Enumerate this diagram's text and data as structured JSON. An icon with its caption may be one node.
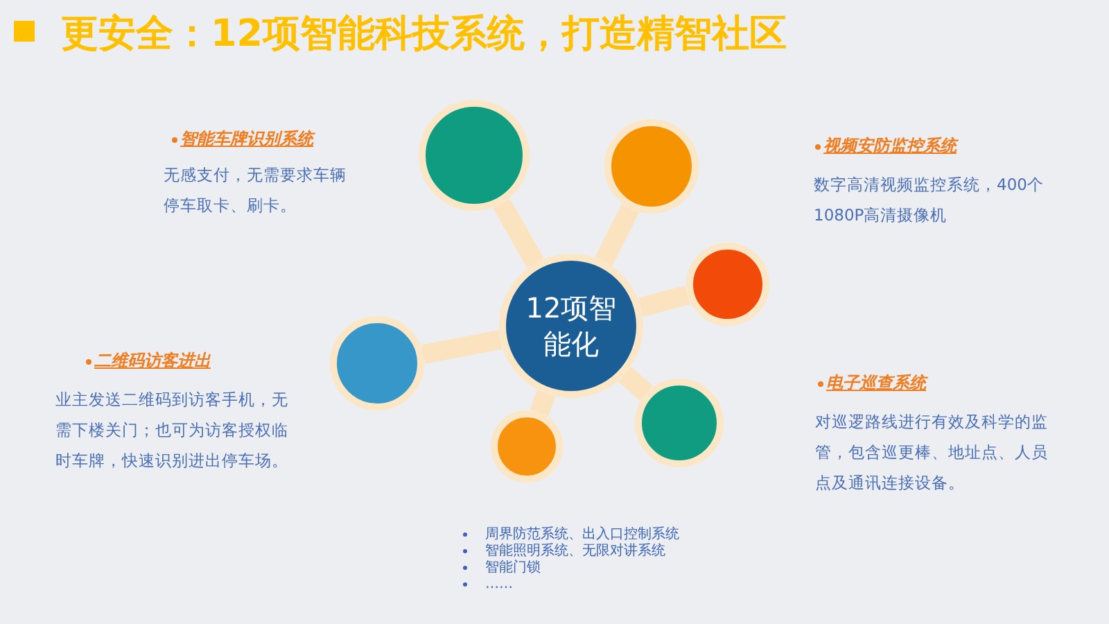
{
  "diagram": {
    "title": "更安全：12项智能科技系统，打造精智社区",
    "nodes": [
      {
        "text": [
          "12项智能化"
        ]
      },
      {
        "text": [],
        "shape": "circle"
      },
      {
        "text": [],
        "shape": "circle"
      },
      {
        "text": [],
        "shape": "circle"
      },
      {
        "text": [],
        "shape": "circle"
      },
      {
        "text": [],
        "shape": "circle"
      },
      {
        "text": [],
        "shape": "circle"
      }
    ],
    "edges": [
      {
        "from": 0,
        "to": 1,
        "arrow": "none"
      },
      {
        "from": 0,
        "to": 2,
        "arrow": "none"
      },
      {
        "from": 0,
        "to": 3,
        "arrow": "none"
      },
      {
        "from": 0,
        "to": 4,
        "arrow": "none"
      },
      {
        "from": 0,
        "to": 5,
        "arrow": "none"
      },
      {
        "from": 0,
        "to": 6,
        "arrow": "none"
      }
    ],
    "labels": [
      "智能车牌识别系统",
      "无感支付，无需要求车辆停车取卡、刷卡。",
      "视频安防监控系统",
      "数字高清视频监控系统，400个1080P高清摄像机",
      "二维码访客进出",
      "业主发送二维码到访客手机，无需下楼关门；也可为访客授权临时车牌，快速识别进出停车场。",
      "电子巡查系统",
      "对巡逻路线进行有效及科学的监管，包含巡更棒、地址点、人员点及通讯连接设备。",
      "周界防范系统、出入口控制系统",
      "智能照明系统、无限对讲系统",
      "智能门锁",
      "……"
    ]
  }
}
